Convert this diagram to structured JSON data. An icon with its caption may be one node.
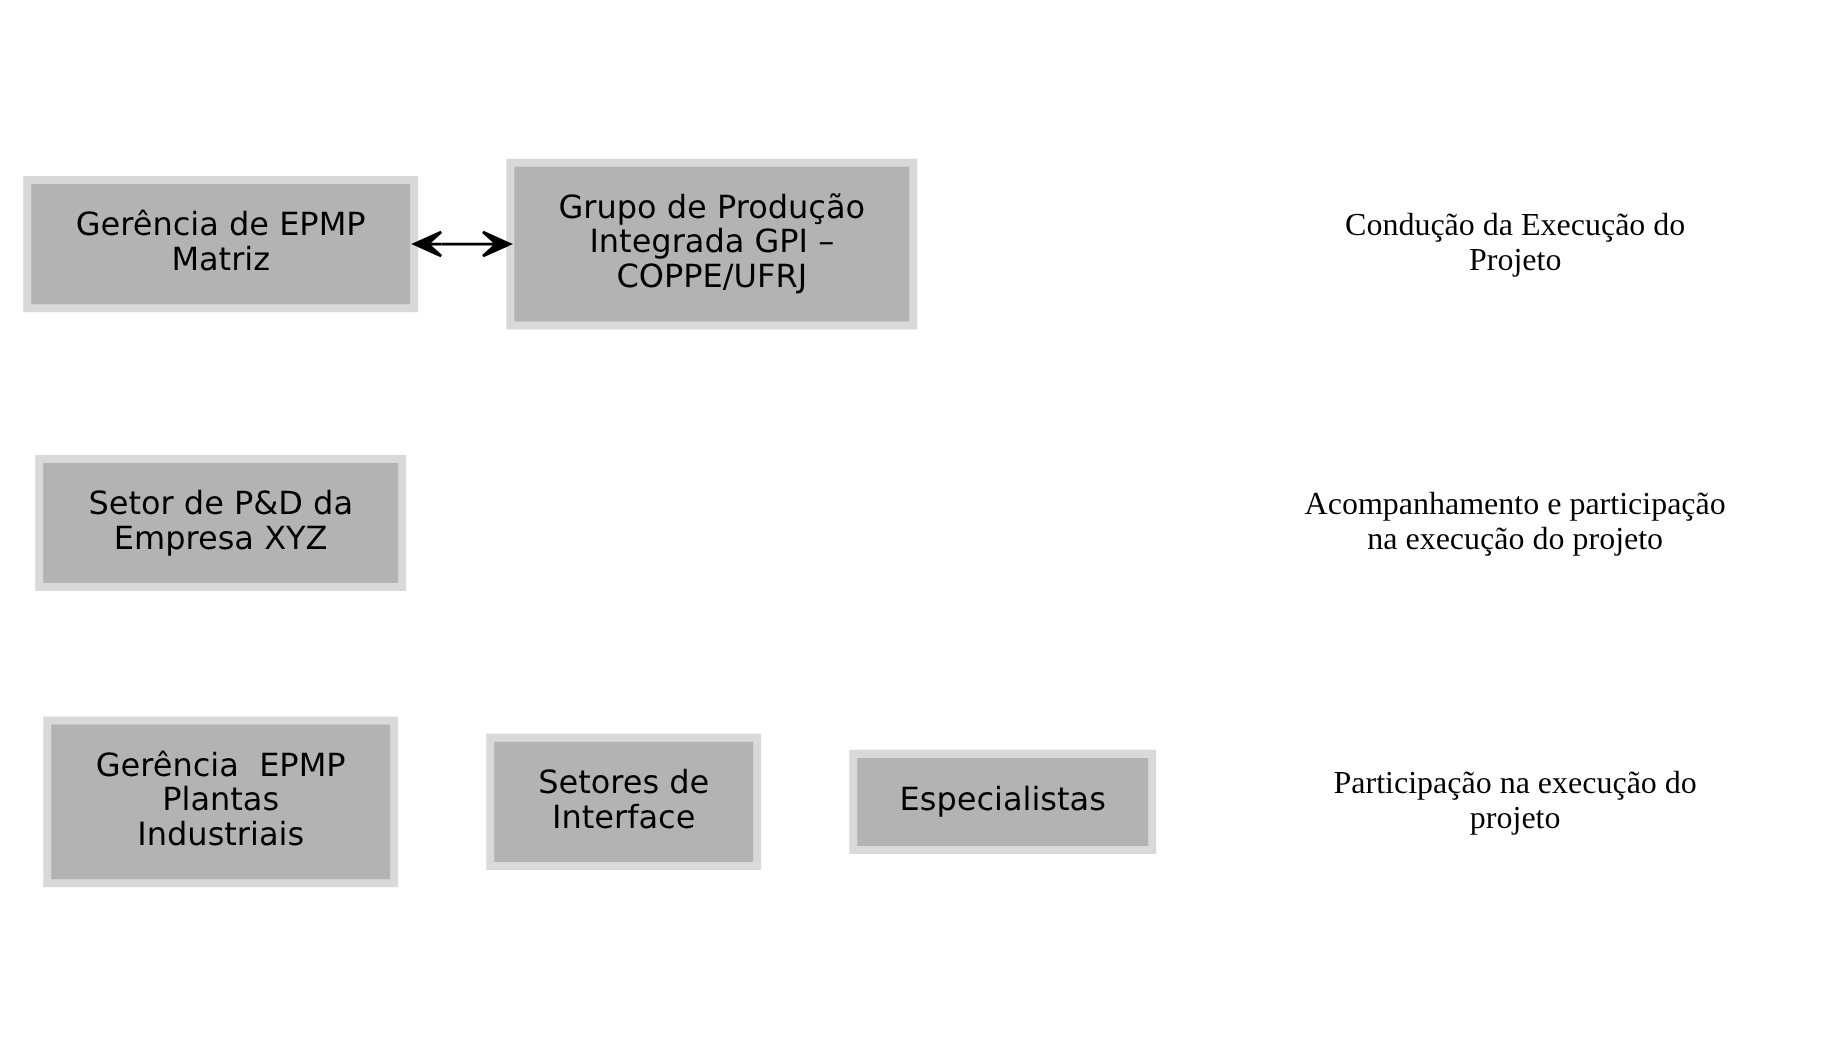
{
  "diagram": {
    "nodes": [
      {
        "text": [
          "Gerência de EPMP Matriz"
        ]
      },
      {
        "text": [
          "Grupo de Produção Integrada GPI – COPPE/UFRJ"
        ]
      },
      {
        "text": [
          "Setor de P&D da Empresa XYZ"
        ]
      },
      {
        "text": [
          "Gerência  EPMP Plantas Industriais"
        ]
      },
      {
        "text": [
          "Setores de Interface"
        ]
      },
      {
        "text": [
          "Especialistas"
        ]
      }
    ],
    "edges": [
      {
        "from": 0,
        "to": 1,
        "arrow": "both"
      }
    ],
    "labels": [
      "Condução da Execução do Projeto",
      "Acompanhamento e participação na execução do projeto",
      "Participação na execução do projeto"
    ]
  }
}
